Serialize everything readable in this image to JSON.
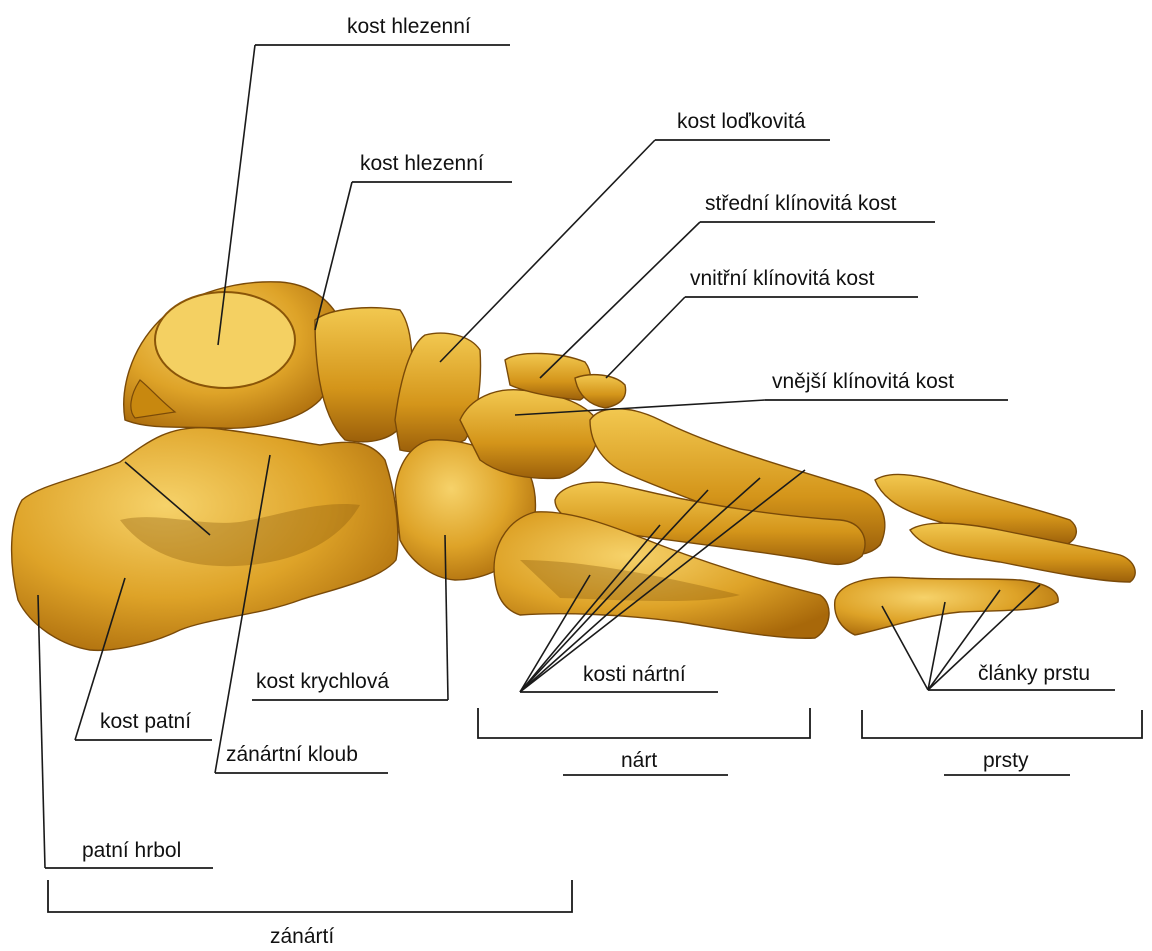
{
  "labels": {
    "talus_top": "kost  hlezenní",
    "talus_second": "kost hlezenní",
    "navicular": "kost loďkovitá",
    "intermediate_cuneiform": "střední klínovitá kost",
    "medial_cuneiform": "vnitřní klínovitá kost",
    "lateral_cuneiform": "vnější klínovitá kost",
    "metatarsals": "kosti nártní",
    "phalanges": "články prstu",
    "cuboid": "kost krychlová",
    "calcaneus": "kost patní",
    "tarsal_joint": "zánártní kloub",
    "calcaneal_tuber": "patní hrbol"
  },
  "groups": {
    "metatarsus": "nárt",
    "toes": "prsty",
    "tarsus": "zánártí"
  },
  "colors": {
    "bone_light": "#f0c24a",
    "bone_mid": "#d99a18",
    "bone_dark": "#a8680a",
    "ink": "#111111"
  }
}
